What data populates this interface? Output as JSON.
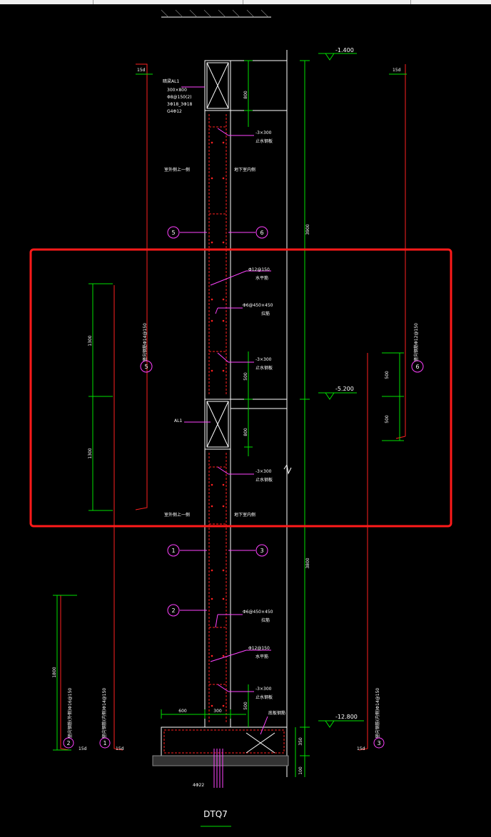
{
  "drawing_title": "DTQ7",
  "elevations": {
    "top": "-1.400",
    "mid": "-5.200",
    "bottom": "-12.800"
  },
  "dimensions": {
    "upper_story": "3900",
    "lower_story": "3800",
    "beam_al1_top": "800",
    "beam_al1_mid": "800",
    "span_500_a": "500",
    "span_500_b": "500",
    "right_500_a": "500",
    "right_500_b": "500",
    "left_1300_a": "1300",
    "left_1300_b": "1300",
    "left_1800": "1800",
    "foot_600": "600",
    "foot_300": "300",
    "foot_350": "350",
    "foot_100": "100",
    "foot_500": "500",
    "right_3800_alt": "3800"
  },
  "anchor_lengths": {
    "left_top": "15d",
    "right_top": "15d",
    "bottom_a": "15d",
    "bottom_b": "15d",
    "bottom_c": "15d"
  },
  "circle_markers": {
    "m5": "5",
    "m6": "6",
    "m5b": "5",
    "m6b": "6",
    "m1": "1",
    "m3": "3",
    "m2": "2",
    "m2b": "2",
    "m1b": "1",
    "m3b": "3"
  },
  "beam_labels": {
    "al1_top_lines": [
      "暗梁AL1",
      "300×800",
      "Φ8@150(2)",
      "3Φ18_3Φ18",
      "G4Φ12"
    ],
    "al1_mid": "AL1"
  },
  "plate_labels": {
    "plate_1": [
      "-3×300",
      "止水钢板"
    ],
    "plate_2": [
      "-3×300",
      "止水钢板"
    ],
    "plate_3": [
      "-3×300",
      "止水钢板"
    ],
    "plate_4": [
      "-3×300",
      "止水钢板"
    ]
  },
  "rebar_labels": {
    "horiz_1": [
      "Φ12@150",
      "水平筋"
    ],
    "tie_1": [
      "Φ6@450×450",
      "拉筋"
    ],
    "tie_2": [
      "Φ6@450×450",
      "拉筋"
    ],
    "horiz_2": [
      "Φ12@150",
      "水平筋"
    ],
    "bottom_anchor": "4Φ22",
    "footing_label": "底板钢筋"
  },
  "side_labels": {
    "outer_top": "室外侧上一侧",
    "inner_top": "地下室内侧",
    "outer_mid": "室外侧上一侧",
    "inner_mid": "地下室内侧"
  },
  "vertical_bar_labels": {
    "left_5": "竖向钢筋Φ14@150",
    "right_6": "竖向钢筋Φ12@150",
    "bottom_2": "竖向钢筋(外侧)Φ16@150",
    "bottom_1": "竖向钢筋(内侧)Φ14@150",
    "bottom_3": "竖向钢筋(内侧)Φ14@150"
  },
  "highlight_color": "#ff1a1a",
  "colors": {
    "wall": "#ffffff",
    "dimension": "#00e000",
    "rebar": "#ff2020",
    "leader": "#ff44ff",
    "marker": "#ff40ff",
    "text": "#ffffff"
  }
}
